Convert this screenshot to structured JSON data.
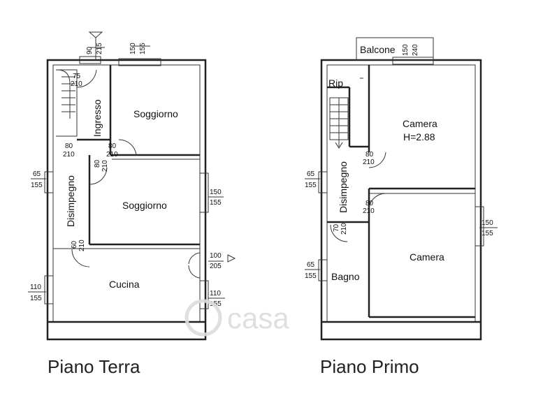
{
  "ground_floor": {
    "title": "Piano Terra",
    "rooms": {
      "ingresso": "Ingresso",
      "soggiorno_top": "Soggiorno",
      "soggiorno_mid": "Soggiorno",
      "disimpegno": "Disimpegno",
      "cucina": "Cucina"
    },
    "dims": {
      "entry_w": "90",
      "entry_h": "215",
      "top_win_w": "150",
      "top_win_h": "155",
      "stair_w": "75",
      "stair_h": "210",
      "door1_w": "80",
      "door1_h": "210",
      "door2_w": "80",
      "door2_h": "210",
      "door3_w": "80",
      "door3_h": "210",
      "left_win_w": "65",
      "left_win_h": "155",
      "right_win_w": "150",
      "right_win_h": "155",
      "door4_w": "60",
      "door4_h": "210",
      "ext_door_w": "100",
      "ext_door_h": "205",
      "kitchen_win_w": "110",
      "kitchen_win_h": "155",
      "right_win2_w": "110",
      "right_win2_h": "155"
    }
  },
  "first_floor": {
    "title": "Piano Primo",
    "rooms": {
      "balcone": "Balcone",
      "rip": "Rip",
      "camera_top": "Camera",
      "height": "H=2.88",
      "disimpegno": "Disimpegno",
      "camera_bottom": "Camera",
      "bagno": "Bagno"
    },
    "dims": {
      "balc_w": "150",
      "balc_h": "240",
      "door1_w": "80",
      "door1_h": "210",
      "door2_w": "80",
      "door2_h": "210",
      "left_win_w": "65",
      "left_win_h": "155",
      "bath_door_w": "70",
      "bath_door_h": "210",
      "right_win_w": "150",
      "right_win_h": "155",
      "bath_win_w": "65",
      "bath_win_h": "155"
    }
  },
  "watermark": "casa"
}
